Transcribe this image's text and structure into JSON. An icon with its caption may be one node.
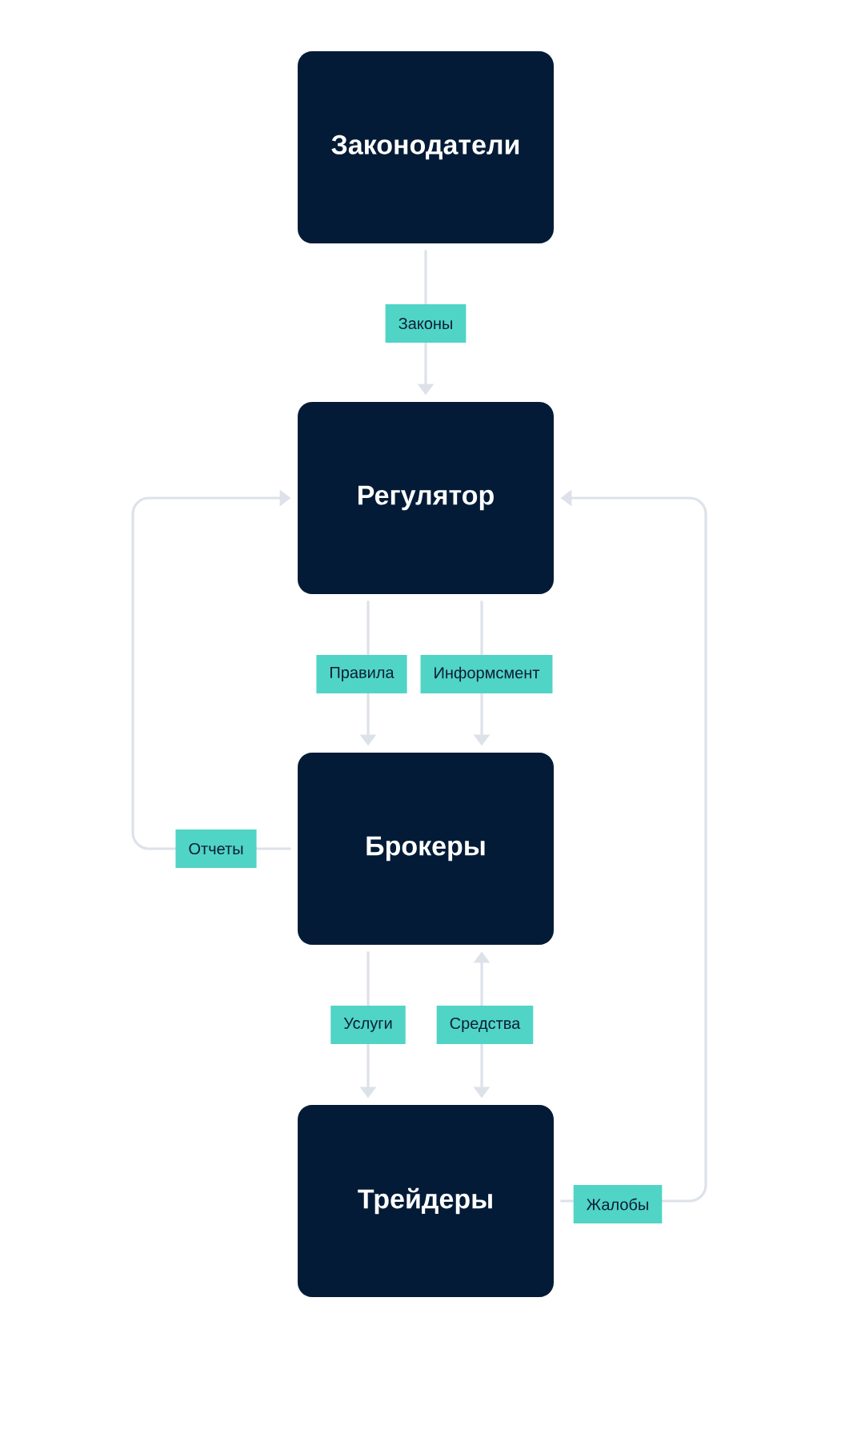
{
  "diagram": {
    "nodes": [
      {
        "text": [
          "Законодатели"
        ]
      },
      {
        "text": [
          "Регулятор"
        ]
      },
      {
        "text": [
          "Брокеры"
        ]
      },
      {
        "text": [
          "Трейдеры"
        ]
      }
    ],
    "edges": [
      {
        "from": 0,
        "to": 1,
        "arrow": "to",
        "label": "Законы"
      },
      {
        "from": 1,
        "to": 2,
        "arrow": "to",
        "label": "Правила"
      },
      {
        "from": 1,
        "to": 2,
        "arrow": "to",
        "label": "Информсмент"
      },
      {
        "from": 2,
        "to": 1,
        "arrow": "to",
        "label": "Отчеты"
      },
      {
        "from": 2,
        "to": 3,
        "arrow": "to",
        "label": "Услуги"
      },
      {
        "from": 2,
        "to": 3,
        "arrow": "both",
        "label": "Средства"
      },
      {
        "from": 3,
        "to": 1,
        "arrow": "to",
        "label": "Жалобы"
      }
    ]
  }
}
